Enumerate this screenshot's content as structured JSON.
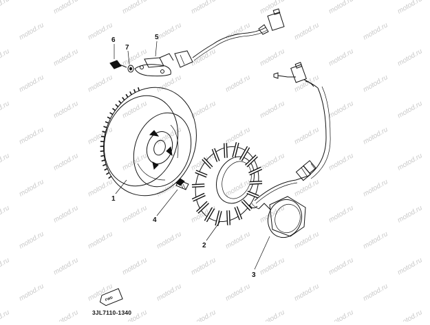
{
  "watermark": {
    "text": "motod.ru"
  },
  "parts": [
    {
      "number": "1",
      "callout": "1"
    },
    {
      "number": "2",
      "callout": "2"
    },
    {
      "number": "3",
      "callout": "3"
    },
    {
      "number": "4",
      "callout": "4"
    },
    {
      "number": "5",
      "callout": "5"
    },
    {
      "number": "6",
      "callout": "6"
    },
    {
      "number": "7",
      "callout": "7"
    }
  ],
  "forward_arrow": {
    "label": "FWD"
  },
  "diagram_code": "3JL7110-1340"
}
